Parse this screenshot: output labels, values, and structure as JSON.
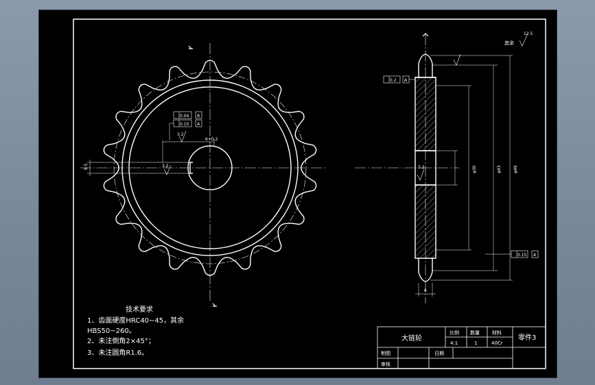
{
  "colors": {
    "background": "#000000",
    "lines": "#ffffff",
    "frame_outer": "#8c9aae"
  },
  "front_view": {
    "tolerance_1": "0.04",
    "tolerance_2": "0.10",
    "datum_1": "B",
    "datum_2": "A",
    "surface_finish": "3.2",
    "keyway_width_label": "6+0.2",
    "keyway_dim_left": "8.5",
    "roughness_left": "3.2"
  },
  "side_view": {
    "finish_other": "其余",
    "finish_value": "12.5",
    "runout_1": "0.2",
    "runout_1_datum": "A",
    "runout_2": "0.15",
    "runout_2_datum": "A",
    "dia_1": "φ30",
    "dia_2": "φ43",
    "dia_3": "φ49",
    "hub_dim": "3.2",
    "width_dim": "6"
  },
  "tech_requirements": {
    "title": "技术要求",
    "line1": "1、齿面硬度HRC40~45，其余",
    "line2": "HBS50~260。",
    "line3": "2、未注倒角2×45°；",
    "line4": "3、未注圆角R1.6。"
  },
  "title_block": {
    "part_name": "大链轮",
    "scale_label": "比例",
    "qty_label": "数量",
    "material_label": "材料",
    "part_number": "零件3",
    "scale_value": "4:1",
    "qty_value": "1",
    "material_value": "40Cr",
    "drawn_label": "制图",
    "checked_label": "审核",
    "date_label": "日期"
  }
}
